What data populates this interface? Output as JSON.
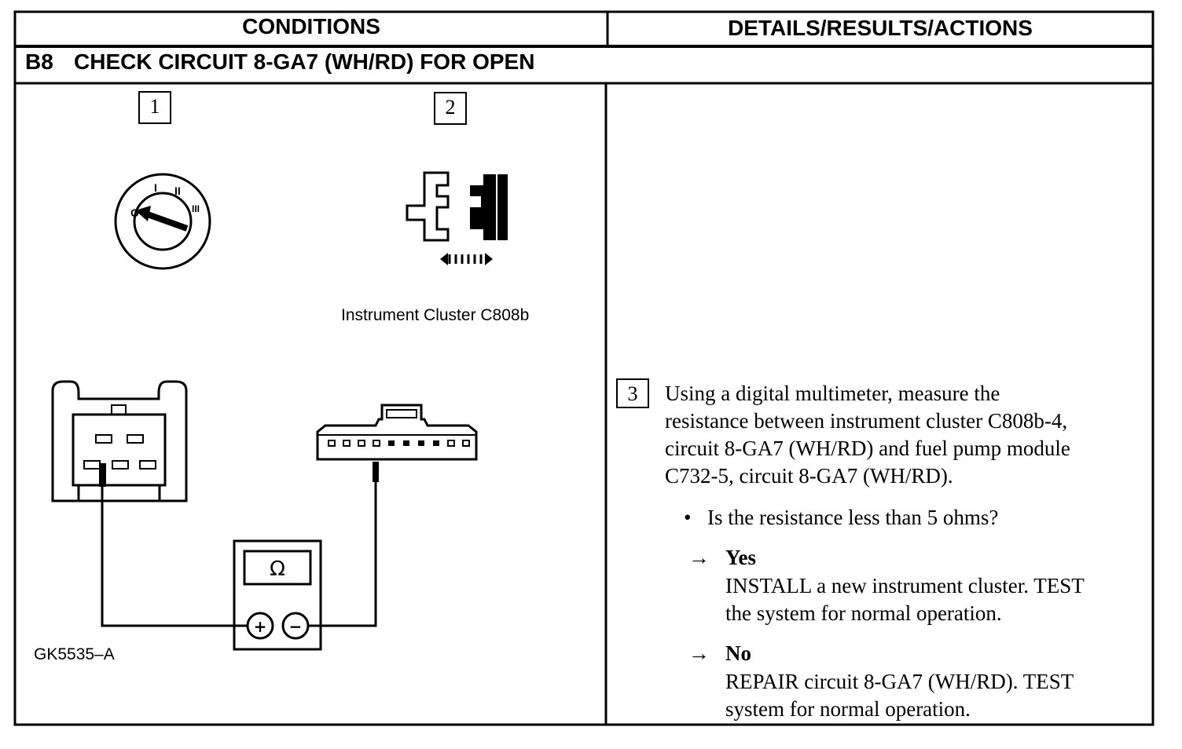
{
  "header": {
    "conditions": "CONDITIONS",
    "details": "DETAILS/RESULTS/ACTIONS"
  },
  "step": {
    "id": "B8",
    "title": "CHECK CIRCUIT 8-GA7 (WH/RD) FOR OPEN"
  },
  "conditions": {
    "step1": "1",
    "step2": "2",
    "connector_label": "Instrument Cluster C808b",
    "figure_code": "GK5535–A",
    "meter_symbol": "Ω",
    "meter_plus": "+",
    "meter_minus": "−",
    "key_positions": [
      "O",
      "I",
      "II",
      "III"
    ],
    "icons": [
      "ignition-switch-icon",
      "connector-disconnect-icon",
      "multimeter-icon"
    ]
  },
  "details": {
    "step3": "3",
    "instruction": [
      "Using a digital multimeter, measure the",
      "resistance between instrument cluster C808b-4,",
      "circuit 8-GA7 (WH/RD) and fuel pump module",
      "C732-5, circuit 8-GA7 (WH/RD)."
    ],
    "bullet_symbol": "•",
    "question": "Is the resistance less than 5 ohms?",
    "arrow": "→",
    "yes_label": "Yes",
    "yes_action": [
      "INSTALL a new instrument cluster. TEST",
      "the system for normal operation."
    ],
    "no_label": "No",
    "no_action": [
      "REPAIR circuit 8-GA7 (WH/RD). TEST",
      "system for normal operation."
    ]
  }
}
